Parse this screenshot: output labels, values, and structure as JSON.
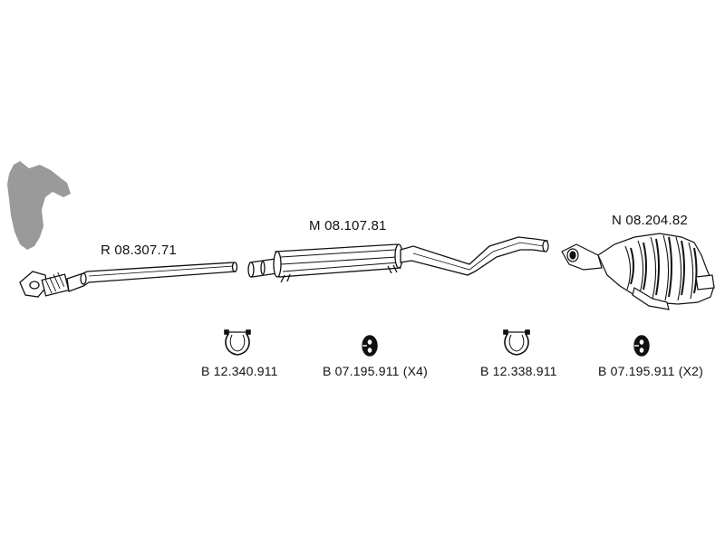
{
  "parts": {
    "rear_pipe": {
      "code": "R 08.307.71"
    },
    "middle_silencer": {
      "code": "M 08.107.81"
    },
    "end_silencer": {
      "code": "N 08.204.82"
    }
  },
  "hardware": [
    {
      "code": "B 12.340.911",
      "icon": "pipe-clamp-icon"
    },
    {
      "code": "B 07.195.911 (X4)",
      "icon": "rubber-hanger-icon"
    },
    {
      "code": "B 12.338.911",
      "icon": "pipe-clamp-icon"
    },
    {
      "code": "B 07.195.911 (X2)",
      "icon": "rubber-hanger-icon"
    }
  ],
  "colors": {
    "ink": "#111111",
    "manifold_gray": "#9a9a9a",
    "paper": "#ffffff"
  }
}
